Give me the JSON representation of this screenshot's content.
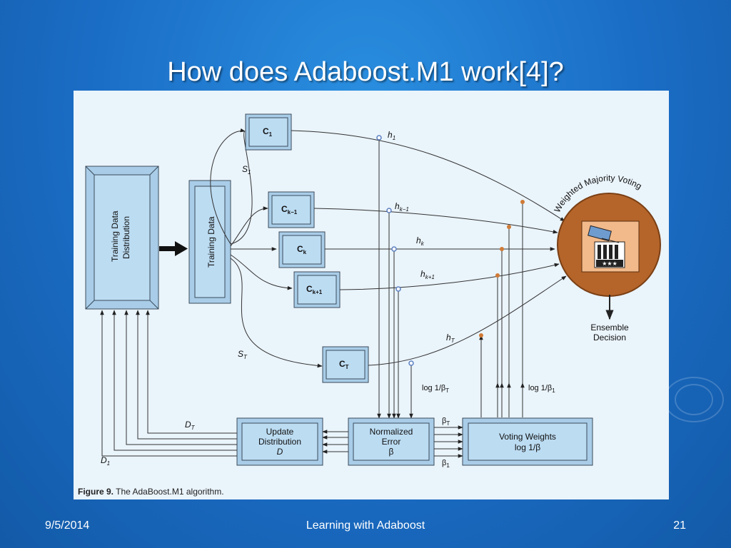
{
  "slide": {
    "title": "How does Adaboost.M1 work[4]?",
    "footer_date": "9/5/2014",
    "footer_center": "Learning with Adaboost",
    "slide_number": "21"
  },
  "figure": {
    "caption_bold": "Figure 9.",
    "caption_rest": " The AdaBoost.M1 algorithm.",
    "distribution_box": [
      "Training Data",
      "Distribution"
    ],
    "training_data_box": "Training Data",
    "classifiers": {
      "c1": "C",
      "c1_sub": "1",
      "ck_minus": "C",
      "ck_minus_sub": "k−1",
      "ck": "C",
      "ck_sub": "k",
      "ck_plus": "C",
      "ck_plus_sub": "k+1",
      "ct": "C",
      "ct_sub": "T"
    },
    "samples": {
      "s1": "S",
      "s1_sub": "1",
      "st": "S",
      "st_sub": "T"
    },
    "hypotheses": {
      "h1": "h",
      "h1_sub": "1",
      "hkm": "h",
      "hkm_sub": "k−1",
      "hk": "h",
      "hk_sub": "k",
      "hkp": "h",
      "hkp_sub": "k+1",
      "ht": "h",
      "ht_sub": "T"
    },
    "voting_label": "Weighted Majority Voting",
    "ensemble_decision": [
      "Ensemble",
      "Decision"
    ],
    "log_beta_t": "log 1/β",
    "log_beta_t_sub": "T",
    "log_beta_1": "log 1/β",
    "log_beta_1_sub": "1",
    "beta_t": "β",
    "beta_t_sub": "T",
    "beta_1": "β",
    "beta_1_sub": "1",
    "d_t": "D",
    "d_t_sub": "T",
    "d_1": "D",
    "d_1_sub": "1",
    "update_box": [
      "Update",
      "Distribution",
      "D"
    ],
    "error_box": [
      "Normalized",
      "Error",
      "β"
    ],
    "voting_box": [
      "Voting Weights",
      "log 1/β"
    ]
  },
  "colors": {
    "box_fill": "#bcdcf2",
    "box_border": "#3a4a5a",
    "vote_circle": "#b5652a",
    "blue_node": "#5a7fc0",
    "orange_node": "#d07a35"
  }
}
